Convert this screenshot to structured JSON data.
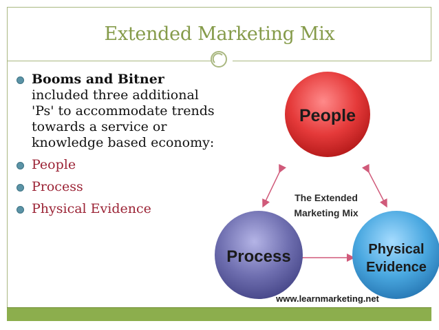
{
  "slide": {
    "title": "Extended Marketing Mix",
    "bullets": [
      {
        "bold": "Booms and Bitner",
        "text": "included three additional 'Ps' to accommodate trends towards a service or knowledge based economy:"
      },
      {
        "text": "People"
      },
      {
        "text": "Process"
      },
      {
        "text": "Physical Evidence"
      }
    ]
  },
  "diagram": {
    "circles": [
      {
        "label": "People",
        "color": "#e53a3a"
      },
      {
        "label_line1": "Process",
        "color": "#6f6fb0"
      },
      {
        "label_line1": "Physical",
        "label_line2": "Evidence",
        "color": "#4aa8e0"
      }
    ],
    "center_line1": "The Extended",
    "center_line2": "Marketing Mix",
    "watermark": "www.learnmarketing.net"
  },
  "colors": {
    "frame": "#a9b780",
    "base_bar": "#8cae4d",
    "title": "#859b4a",
    "accent_text": "#9b2335",
    "bullet_dot": "#5b93a6"
  }
}
